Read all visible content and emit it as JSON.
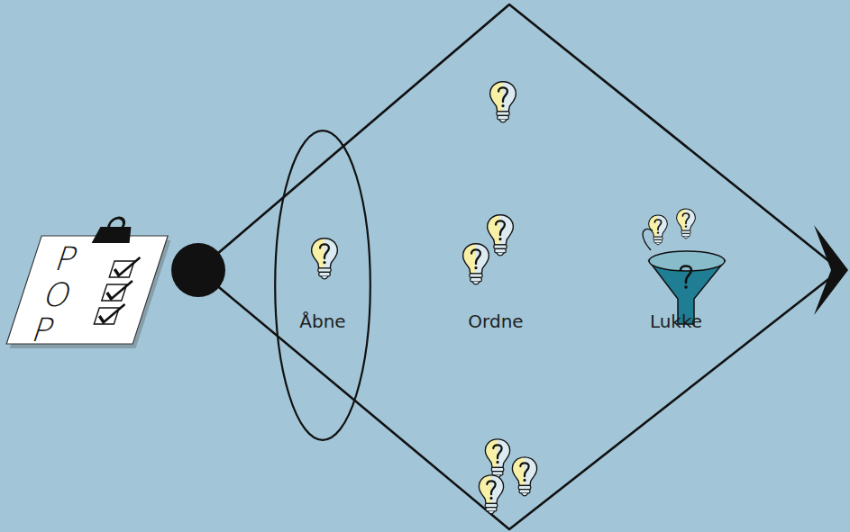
{
  "diagram": {
    "nodes": [
      {
        "text": [
          "Åbne"
        ]
      }
    ],
    "labels": [
      "POP",
      "Ordne",
      "Lukke"
    ]
  }
}
